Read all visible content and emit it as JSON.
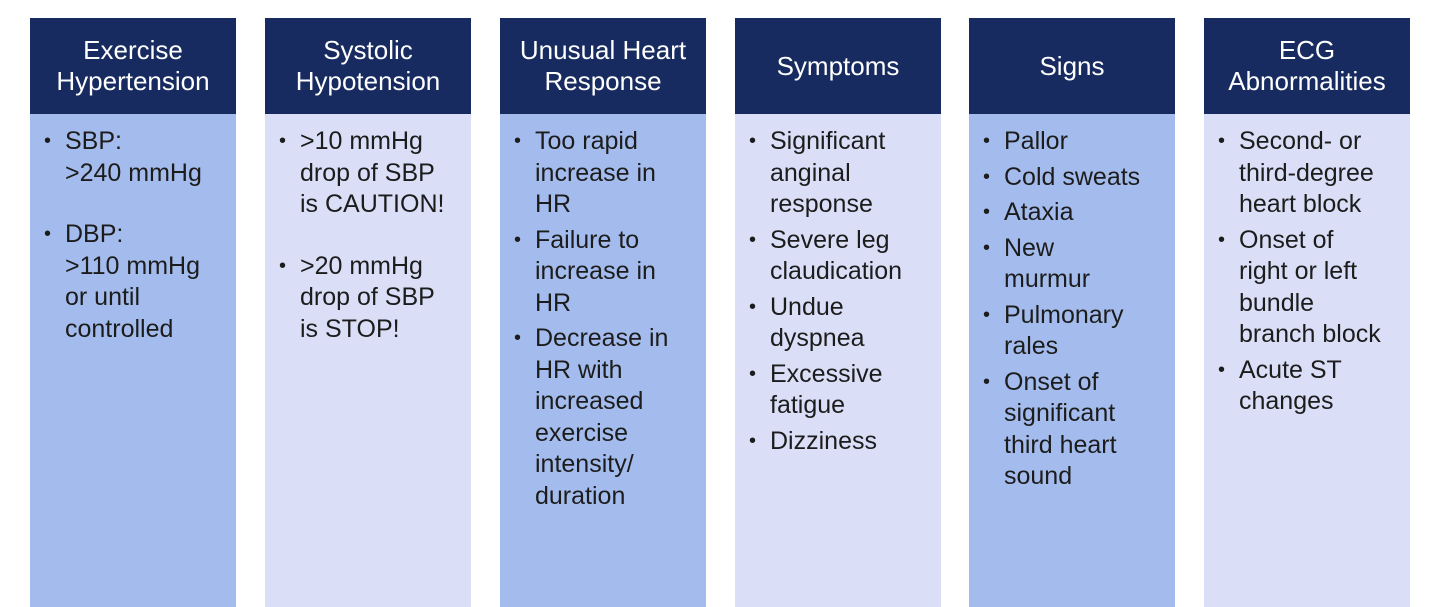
{
  "colors": {
    "header": "#172b60",
    "header_text": "#ffffff",
    "column_dark": "#a4bced",
    "column_light": "#dadff7",
    "body_text": "#1c1c1c"
  },
  "columns": [
    {
      "title": "Exercise\nHypertension",
      "items": [
        "SBP:\n>240 mmHg",
        "DBP:\n>110 mmHg\nor until\ncontrolled"
      ]
    },
    {
      "title": "Systolic\nHypotension",
      "items": [
        ">10 mmHg\ndrop of SBP\nis CAUTION!",
        ">20 mmHg\ndrop of SBP\nis STOP!"
      ]
    },
    {
      "title": "Unusual Heart\nResponse",
      "items": [
        "Too rapid\nincrease in\nHR",
        "Failure to\nincrease in\nHR",
        "Decrease in\nHR with\nincreased\nexercise\nintensity/\nduration"
      ]
    },
    {
      "title": "Symptoms",
      "items": [
        "Significant\nanginal\nresponse",
        "Severe leg\nclaudication",
        "Undue\ndyspnea",
        "Excessive\nfatigue",
        "Dizziness"
      ]
    },
    {
      "title": "Signs",
      "items": [
        "Pallor",
        "Cold sweats",
        "Ataxia",
        "New\nmurmur",
        "Pulmonary\nrales",
        "Onset of\nsignificant\nthird heart\nsound"
      ]
    },
    {
      "title": "ECG\nAbnormalities",
      "items": [
        "Second- or\nthird-degree\nheart block",
        "Onset of\nright or left\nbundle\nbranch block",
        "Acute ST\nchanges"
      ]
    }
  ]
}
